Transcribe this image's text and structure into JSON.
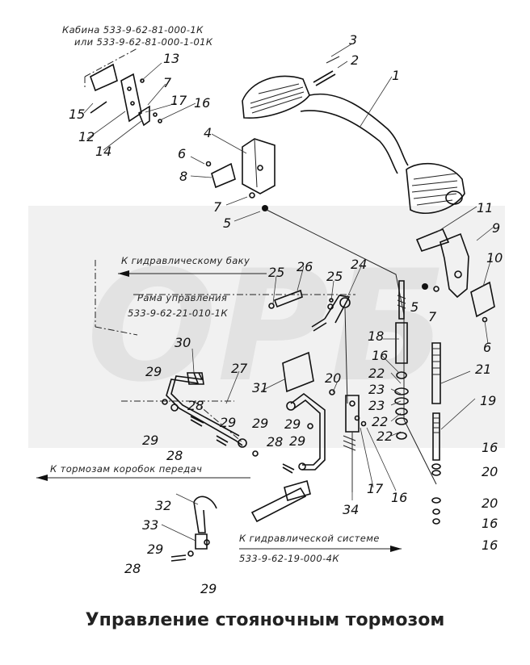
{
  "watermark": "ОРБ",
  "notes": {
    "cabin_line1": "Кабина 533-9-62-81-000-1К",
    "cabin_line2": "или 533-9-62-81-000-1-01К",
    "to_tank": "К гидравлическому баку",
    "frame_line1": "Рама управления",
    "frame_line2": "533-9-62-21-010-1К",
    "to_gearbox": "К тормозам коробок передач",
    "to_system": "К гидравлической системе",
    "system_code": "533-9-62-19-000-4К"
  },
  "callouts": {
    "c1": "1",
    "c2": "2",
    "c3": "3",
    "c4": "4",
    "c5a": "5",
    "c5b": "5",
    "c6a": "6",
    "c6b": "6",
    "c7a": "7",
    "c7b": "7",
    "c7c": "7",
    "c8": "8",
    "c9": "9",
    "c10": "10",
    "c11": "11",
    "c12": "12",
    "c13": "13",
    "c14": "14",
    "c15": "15",
    "c16a": "16",
    "c16b": "16",
    "c16c": "16",
    "c16d": "16",
    "c16e": "16",
    "c16f": "16",
    "c17a": "17",
    "c17b": "17",
    "c18": "18",
    "c19": "19",
    "c20a": "20",
    "c20b": "20",
    "c20c": "20",
    "c21": "21",
    "c22a": "22",
    "c22b": "22",
    "c22c": "22",
    "c23a": "23",
    "c23b": "23",
    "c24": "24",
    "c25a": "25",
    "c25b": "25",
    "c26": "26",
    "c27": "27",
    "c28a": "28",
    "c28b": "28",
    "c28c": "28",
    "c28d": "28",
    "c29a": "29",
    "c29b": "29",
    "c29c": "29",
    "c29d": "29",
    "c29e": "29",
    "c29f": "29",
    "c29g": "29",
    "c29h": "29",
    "c30": "30",
    "c31": "31",
    "c32": "32",
    "c33": "33",
    "c34": "34"
  },
  "caption": "Управление стояночным тормозом"
}
